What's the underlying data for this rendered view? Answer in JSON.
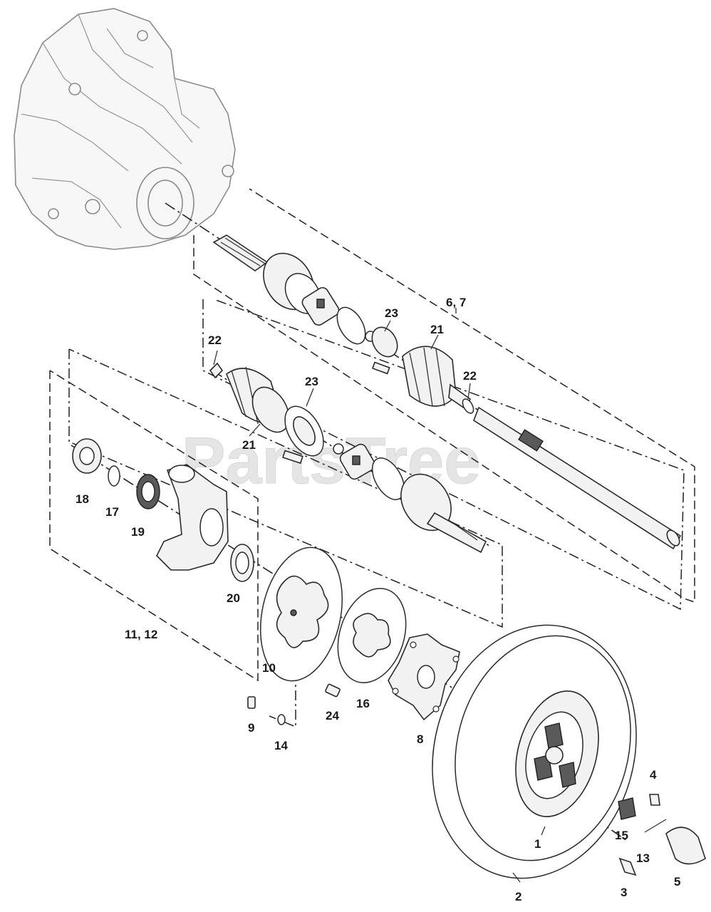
{
  "watermark": "PartsTree",
  "callouts": {
    "c1": "1",
    "c2": "2",
    "c3": "3",
    "c4": "4",
    "c5": "5",
    "c6_7": "6, 7",
    "c8": "8",
    "c9": "9",
    "c10": "10",
    "c11_12": "11, 12",
    "c13": "13",
    "c14": "14",
    "c15": "15",
    "c16": "16",
    "c17": "17",
    "c18": "18",
    "c19": "19",
    "c20": "20",
    "c21a": "21",
    "c21b": "21",
    "c22a": "22",
    "c22b": "22",
    "c23a": "23",
    "c23b": "23",
    "c24": "24"
  }
}
